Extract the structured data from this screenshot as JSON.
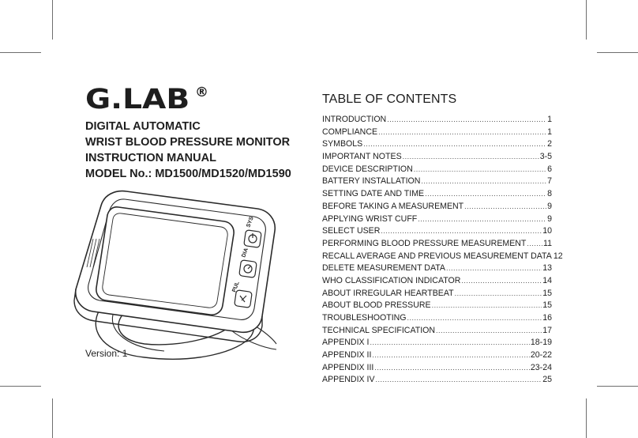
{
  "brand": {
    "name": "G.LAB",
    "registered_mark": "®"
  },
  "title_lines": [
    "DIGITAL AUTOMATIC",
    "WRIST BLOOD PRESSURE MONITOR",
    "INSTRUCTION MANUAL",
    "MODEL No.: MD1500/MD1520/MD1590"
  ],
  "version": "Version: 1",
  "device": {
    "label_sys": "SYS",
    "label_dia": "DIA",
    "label_pul": "PUL"
  },
  "toc": {
    "heading": "TABLE OF CONTENTS",
    "items": [
      {
        "label": "INTRODUCTION",
        "page": "1"
      },
      {
        "label": "COMPLIANCE",
        "page": "1"
      },
      {
        "label": "SYMBOLS",
        "page": "2"
      },
      {
        "label": "IMPORTANT NOTES",
        "page": "3-5"
      },
      {
        "label": "DEVICE DESCRIPTION",
        "page": "6"
      },
      {
        "label": "BATTERY INSTALLATION",
        "page": "7"
      },
      {
        "label": "SETTING DATE AND TIME",
        "page": "8"
      },
      {
        "label": "BEFORE TAKING A MEASUREMENT",
        "page": "9"
      },
      {
        "label": "APPLYING WRIST CUFF",
        "page": "9"
      },
      {
        "label": "SELECT USER",
        "page": "10"
      },
      {
        "label": "PERFORMING BLOOD PRESSURE MEASUREMENT",
        "page": "11"
      },
      {
        "label": "RECALL AVERAGE AND PREVIOUS MEASUREMENT DATA",
        "page": "12"
      },
      {
        "label": "DELETE MEASUREMENT DATA",
        "page": "13"
      },
      {
        "label": "WHO CLASSIFICATION INDICATOR",
        "page": "14"
      },
      {
        "label": "ABOUT IRREGULAR HEARTBEAT",
        "page": "15"
      },
      {
        "label": "ABOUT BLOOD PRESSURE",
        "page": "15"
      },
      {
        "label": "TROUBLESHOOTING",
        "page": "16"
      },
      {
        "label": "TECHNICAL SPECIFICATION",
        "page": "17"
      },
      {
        "label": "APPENDIX I",
        "page": "18-19"
      },
      {
        "label": "APPENDIX II",
        "page": "20-22"
      },
      {
        "label": "APPENDIX III",
        "page": "23-24"
      },
      {
        "label": "APPENDIX IV",
        "page": "25"
      }
    ]
  }
}
